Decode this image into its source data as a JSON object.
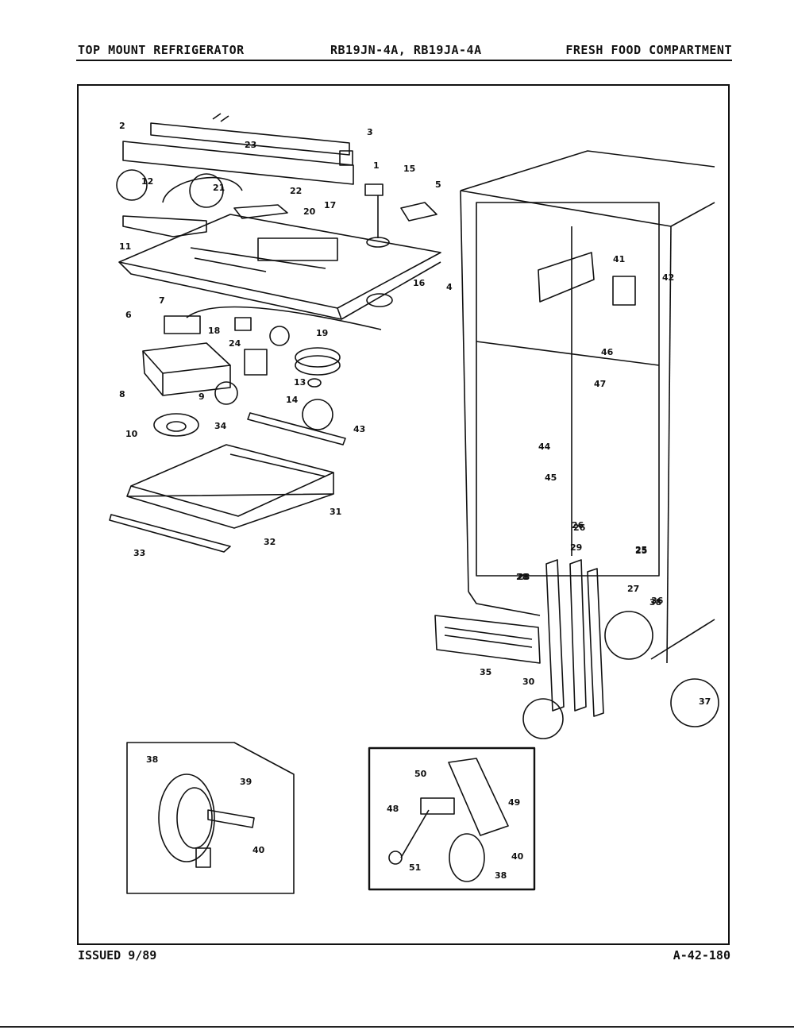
{
  "header": {
    "left": "TOP MOUNT REFRIGERATOR",
    "center": "RB19JN-4A, RB19JA-4A",
    "right": "FRESH FOOD COMPARTMENT"
  },
  "footer": {
    "issued": "ISSUED 9/89",
    "code": "A-42-180"
  },
  "callouts": [
    "1",
    "2",
    "3",
    "4",
    "5",
    "6",
    "7",
    "8",
    "9",
    "10",
    "11",
    "12",
    "13",
    "14",
    "15",
    "16",
    "17",
    "18",
    "19",
    "20",
    "21",
    "22",
    "23",
    "24",
    "25",
    "26",
    "27",
    "28",
    "29",
    "30",
    "31",
    "32",
    "33",
    "34",
    "35",
    "36",
    "37",
    "38",
    "39",
    "40",
    "41",
    "42",
    "43",
    "44",
    "45",
    "46",
    "47",
    "48",
    "49",
    "50",
    "51"
  ]
}
